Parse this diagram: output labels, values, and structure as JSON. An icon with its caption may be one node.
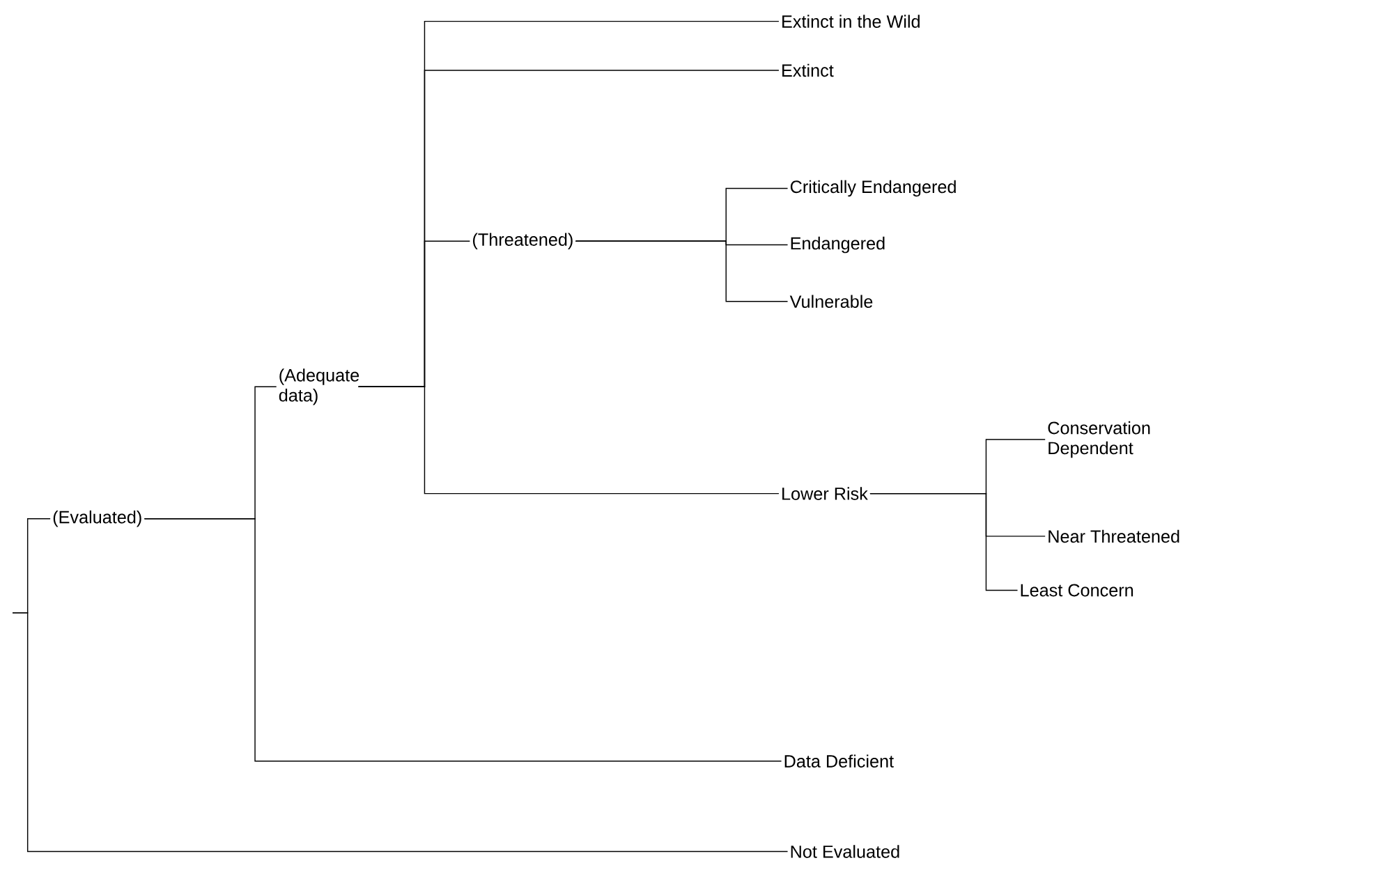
{
  "diagram": {
    "nodes": [
      {
        "text": [
          "(Evaluated)"
        ]
      },
      {
        "text": [
          "(Adequate data)"
        ]
      },
      {
        "text": [
          "Extinct in the Wild"
        ]
      },
      {
        "text": [
          "Extinct"
        ]
      },
      {
        "text": [
          "(Threatened)"
        ]
      },
      {
        "text": [
          "Critically Endangered"
        ]
      },
      {
        "text": [
          "Endangered"
        ]
      },
      {
        "text": [
          "Vulnerable"
        ]
      },
      {
        "text": [
          "Lower Risk"
        ]
      },
      {
        "text": [
          "Conservation Dependent"
        ]
      },
      {
        "text": [
          "Near Threatened"
        ]
      },
      {
        "text": [
          "Least Concern"
        ]
      },
      {
        "text": [
          "Data Deficient"
        ]
      },
      {
        "text": [
          "Not Evaluated"
        ]
      }
    ],
    "edges": [
      {
        "from": null,
        "to": 0,
        "arrow": "none"
      },
      {
        "from": null,
        "to": 13,
        "arrow": "none"
      },
      {
        "from": 0,
        "to": 1,
        "arrow": "none"
      },
      {
        "from": 0,
        "to": 12,
        "arrow": "none"
      },
      {
        "from": 1,
        "to": 2,
        "arrow": "none"
      },
      {
        "from": 1,
        "to": 3,
        "arrow": "none"
      },
      {
        "from": 1,
        "to": 4,
        "arrow": "none"
      },
      {
        "from": 1,
        "to": 8,
        "arrow": "none"
      },
      {
        "from": 4,
        "to": 5,
        "arrow": "none"
      },
      {
        "from": 4,
        "to": 6,
        "arrow": "none"
      },
      {
        "from": 4,
        "to": 7,
        "arrow": "none"
      },
      {
        "from": 8,
        "to": 9,
        "arrow": "none"
      },
      {
        "from": 8,
        "to": 10,
        "arrow": "none"
      },
      {
        "from": 8,
        "to": 11,
        "arrow": "none"
      }
    ]
  }
}
